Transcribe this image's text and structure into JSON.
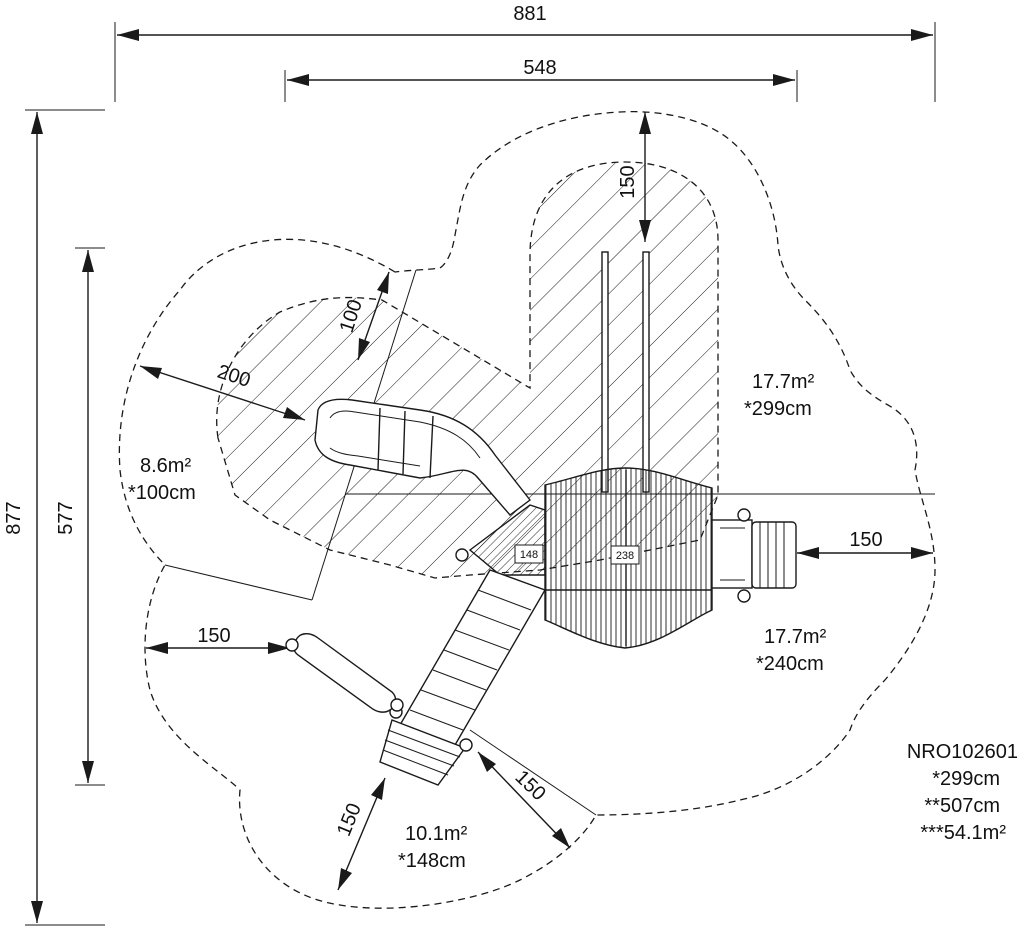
{
  "dimensions": {
    "width": "881",
    "depth": "877",
    "inner_width": "548",
    "inner_depth": "577",
    "top_clearance": "150",
    "slide_clearance_a": "100",
    "slide_clearance_b": "200",
    "right_clearance": "150",
    "left_clearance": "150",
    "bottom_clearance_a": "150",
    "bottom_clearance_b": "150"
  },
  "zones": {
    "left_area": "8.6m²",
    "left_height": "*100cm",
    "top_right_area": "17.7m²",
    "top_right_height": "*299cm",
    "right_area": "17.7m²",
    "right_height": "*240cm",
    "bottom_area": "10.1m²",
    "bottom_height": "*148cm"
  },
  "platforms": {
    "small_label": "148",
    "large_label": "238"
  },
  "product": {
    "code": "NRO102601",
    "height": "*299cm",
    "length": "**507cm",
    "area": "***54.1m²"
  }
}
